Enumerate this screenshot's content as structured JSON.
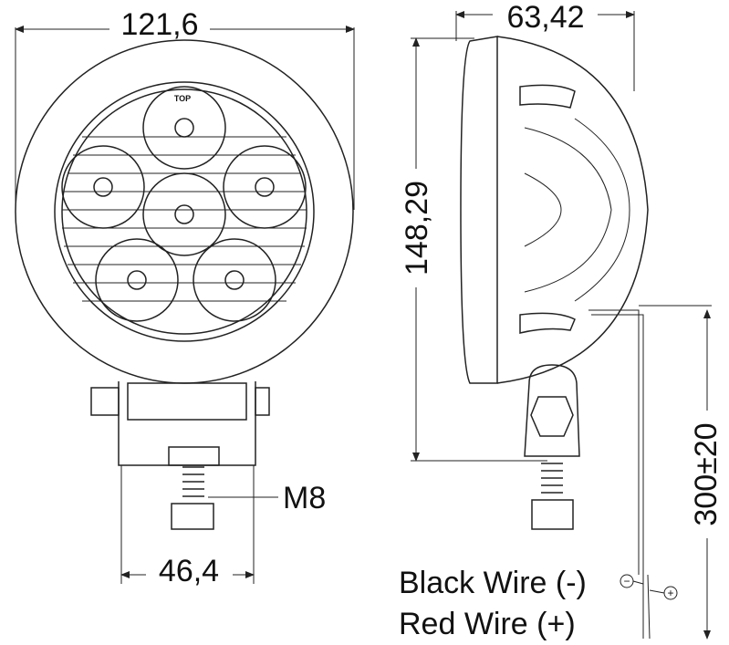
{
  "dimensions": {
    "front_width": "121,6",
    "side_depth": "63,42",
    "height": "148,29",
    "bracket_width": "46,4",
    "thread": "M8",
    "cable_length": "300±20"
  },
  "lens_label": "TOP",
  "wires": {
    "black": "Black Wire (-)",
    "red": "Red Wire (+)",
    "minus_symbol": "−",
    "plus_symbol": "+"
  }
}
